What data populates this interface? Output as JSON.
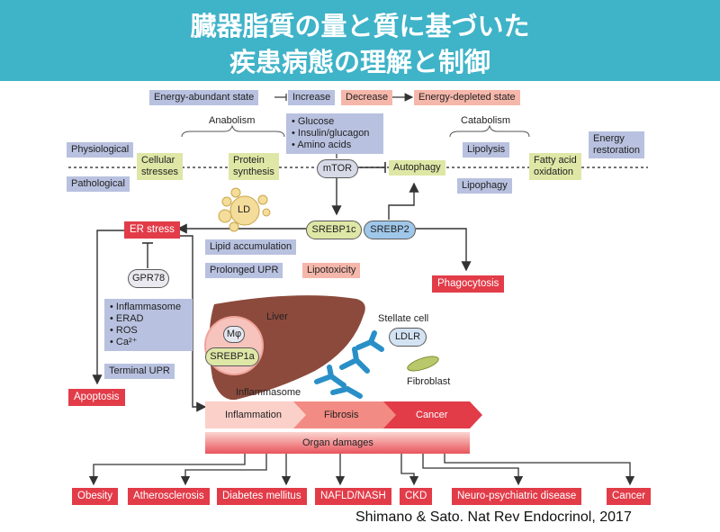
{
  "title": {
    "line1": "臓器脂質の量と質に基づいた",
    "line2": "疾患病態の理解と制御"
  },
  "diagram": {
    "energy_abundant": "Energy-abundant state",
    "increase": "Increase",
    "decrease": "Decrease",
    "energy_depleted": "Energy-depleted state",
    "anabolism": "Anabolism",
    "catabolism": "Catabolism",
    "inputs": [
      "Glucose",
      "Insulin/glucagon",
      "Amino acids"
    ],
    "physiological": "Physiological",
    "pathological": "Pathological",
    "cellular_stresses": [
      "Cellular",
      "stresses"
    ],
    "protein_synthesis": [
      "Protein",
      "synthesis"
    ],
    "mtor": "mTOR",
    "autophagy": "Autophagy",
    "lipolysis": "Lipolysis",
    "lipophagy": "Lipophagy",
    "fatty_acid_oxidation": [
      "Fatty acid",
      "oxidation"
    ],
    "energy_restoration": [
      "Energy",
      "restoration"
    ],
    "ld": "LD",
    "er_stress": "ER stress",
    "lipid_accumulation": "Lipid accumulation",
    "srebp1c": "SREBP1c",
    "srebp2": "SREBP2",
    "gpr78": "GPR78",
    "prolonged_upr": "Prolonged UPR",
    "lipotoxicity": "Lipotoxicity",
    "phagocytosis": "Phagocytosis",
    "stress_list": [
      "Inflammasome",
      "ERAD",
      "ROS",
      "Ca²⁺"
    ],
    "liver": "Liver",
    "macrophage": "Mφ",
    "srebp1a": "SREBP1a",
    "stellate_cell": "Stellate cell",
    "ldlr": "LDLR",
    "fibroblast": "Fibroblast",
    "inflammasome": "Inflammasome",
    "terminal_upr": "Terminal UPR",
    "apoptosis": "Apoptosis",
    "progression": [
      "Inflammation",
      "Fibrosis",
      "Cancer"
    ],
    "organ_damages": "Organ damages",
    "outcomes": [
      "Obesity",
      "Atherosclerosis",
      "Diabetes mellitus",
      "NAFLD/NASH",
      "CKD",
      "Neuro-psychiatric disease",
      "Cancer"
    ]
  },
  "credit": "Shimano & Sato. Nat Rev Endocrinol, 2017",
  "colors": {
    "banner": "#3fb3c8",
    "blue_box": "#b8c1df",
    "green_box": "#dfe7a6",
    "pink_box": "#f6b7ab",
    "red_box": "#e23c49",
    "liver": "#8c4a3c"
  }
}
